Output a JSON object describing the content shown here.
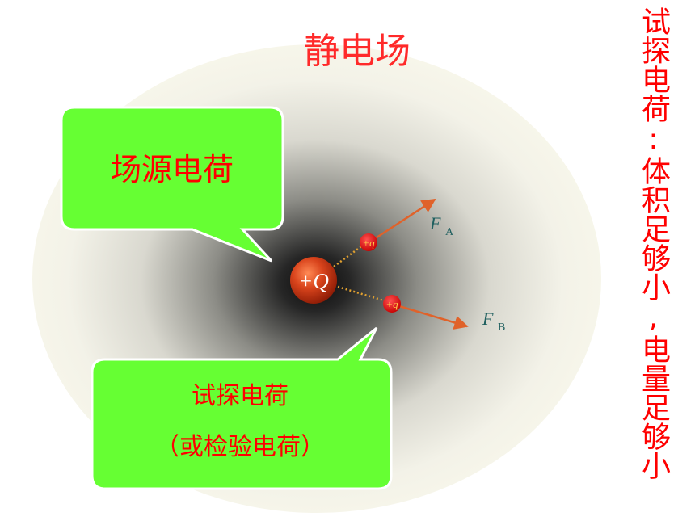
{
  "title": "静电场",
  "source_charge": "+Q",
  "test_charge_a": "+q",
  "test_charge_b": "+q",
  "force_a": {
    "symbol": "F",
    "subscript": "A"
  },
  "force_b": {
    "symbol": "F",
    "subscript": "B"
  },
  "callout_source": {
    "text": "场源电荷"
  },
  "callout_test": {
    "line1": "试探电荷",
    "line2": "（或检验电荷）"
  },
  "side_note": "试探电荷:体积足够小,电量足够小",
  "colors": {
    "title": "#ff2a2a",
    "callout_fill": "#66ff33",
    "callout_text": "#ff0000",
    "arrow": "#e0622a",
    "force_label": "#1f5f5f",
    "side_note": "#ff0000"
  }
}
